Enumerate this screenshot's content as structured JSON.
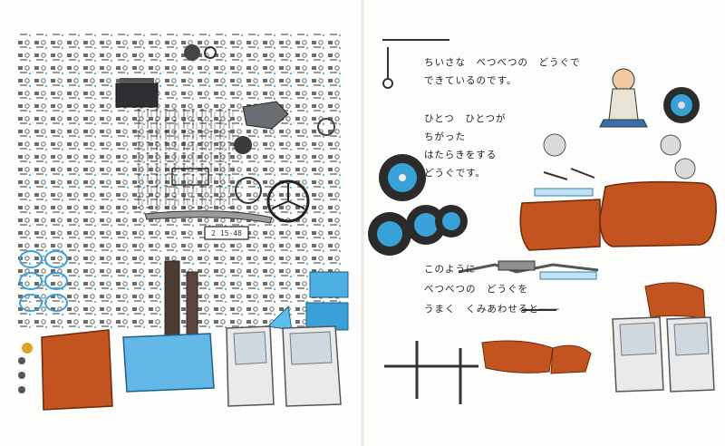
{
  "story": {
    "line1": "ちいさな　べつべつの　どうぐで",
    "line2": "できているのです。",
    "line3": "ひとつ　ひとつが",
    "line4": "ちがった",
    "line5": "はたらきをする",
    "line6": "どうぐです。",
    "line7": "このように",
    "line8": "べつべつの　どうぐを",
    "line9": "うまく　くみあわせると――"
  },
  "license_plate": "2 15-48",
  "colors": {
    "rust_orange": "#c4541f",
    "sky_blue": "#3aa0d8",
    "steel_gray": "#8d8f93",
    "ink": "#2b2b2b",
    "paper": "#fdfdfb"
  }
}
